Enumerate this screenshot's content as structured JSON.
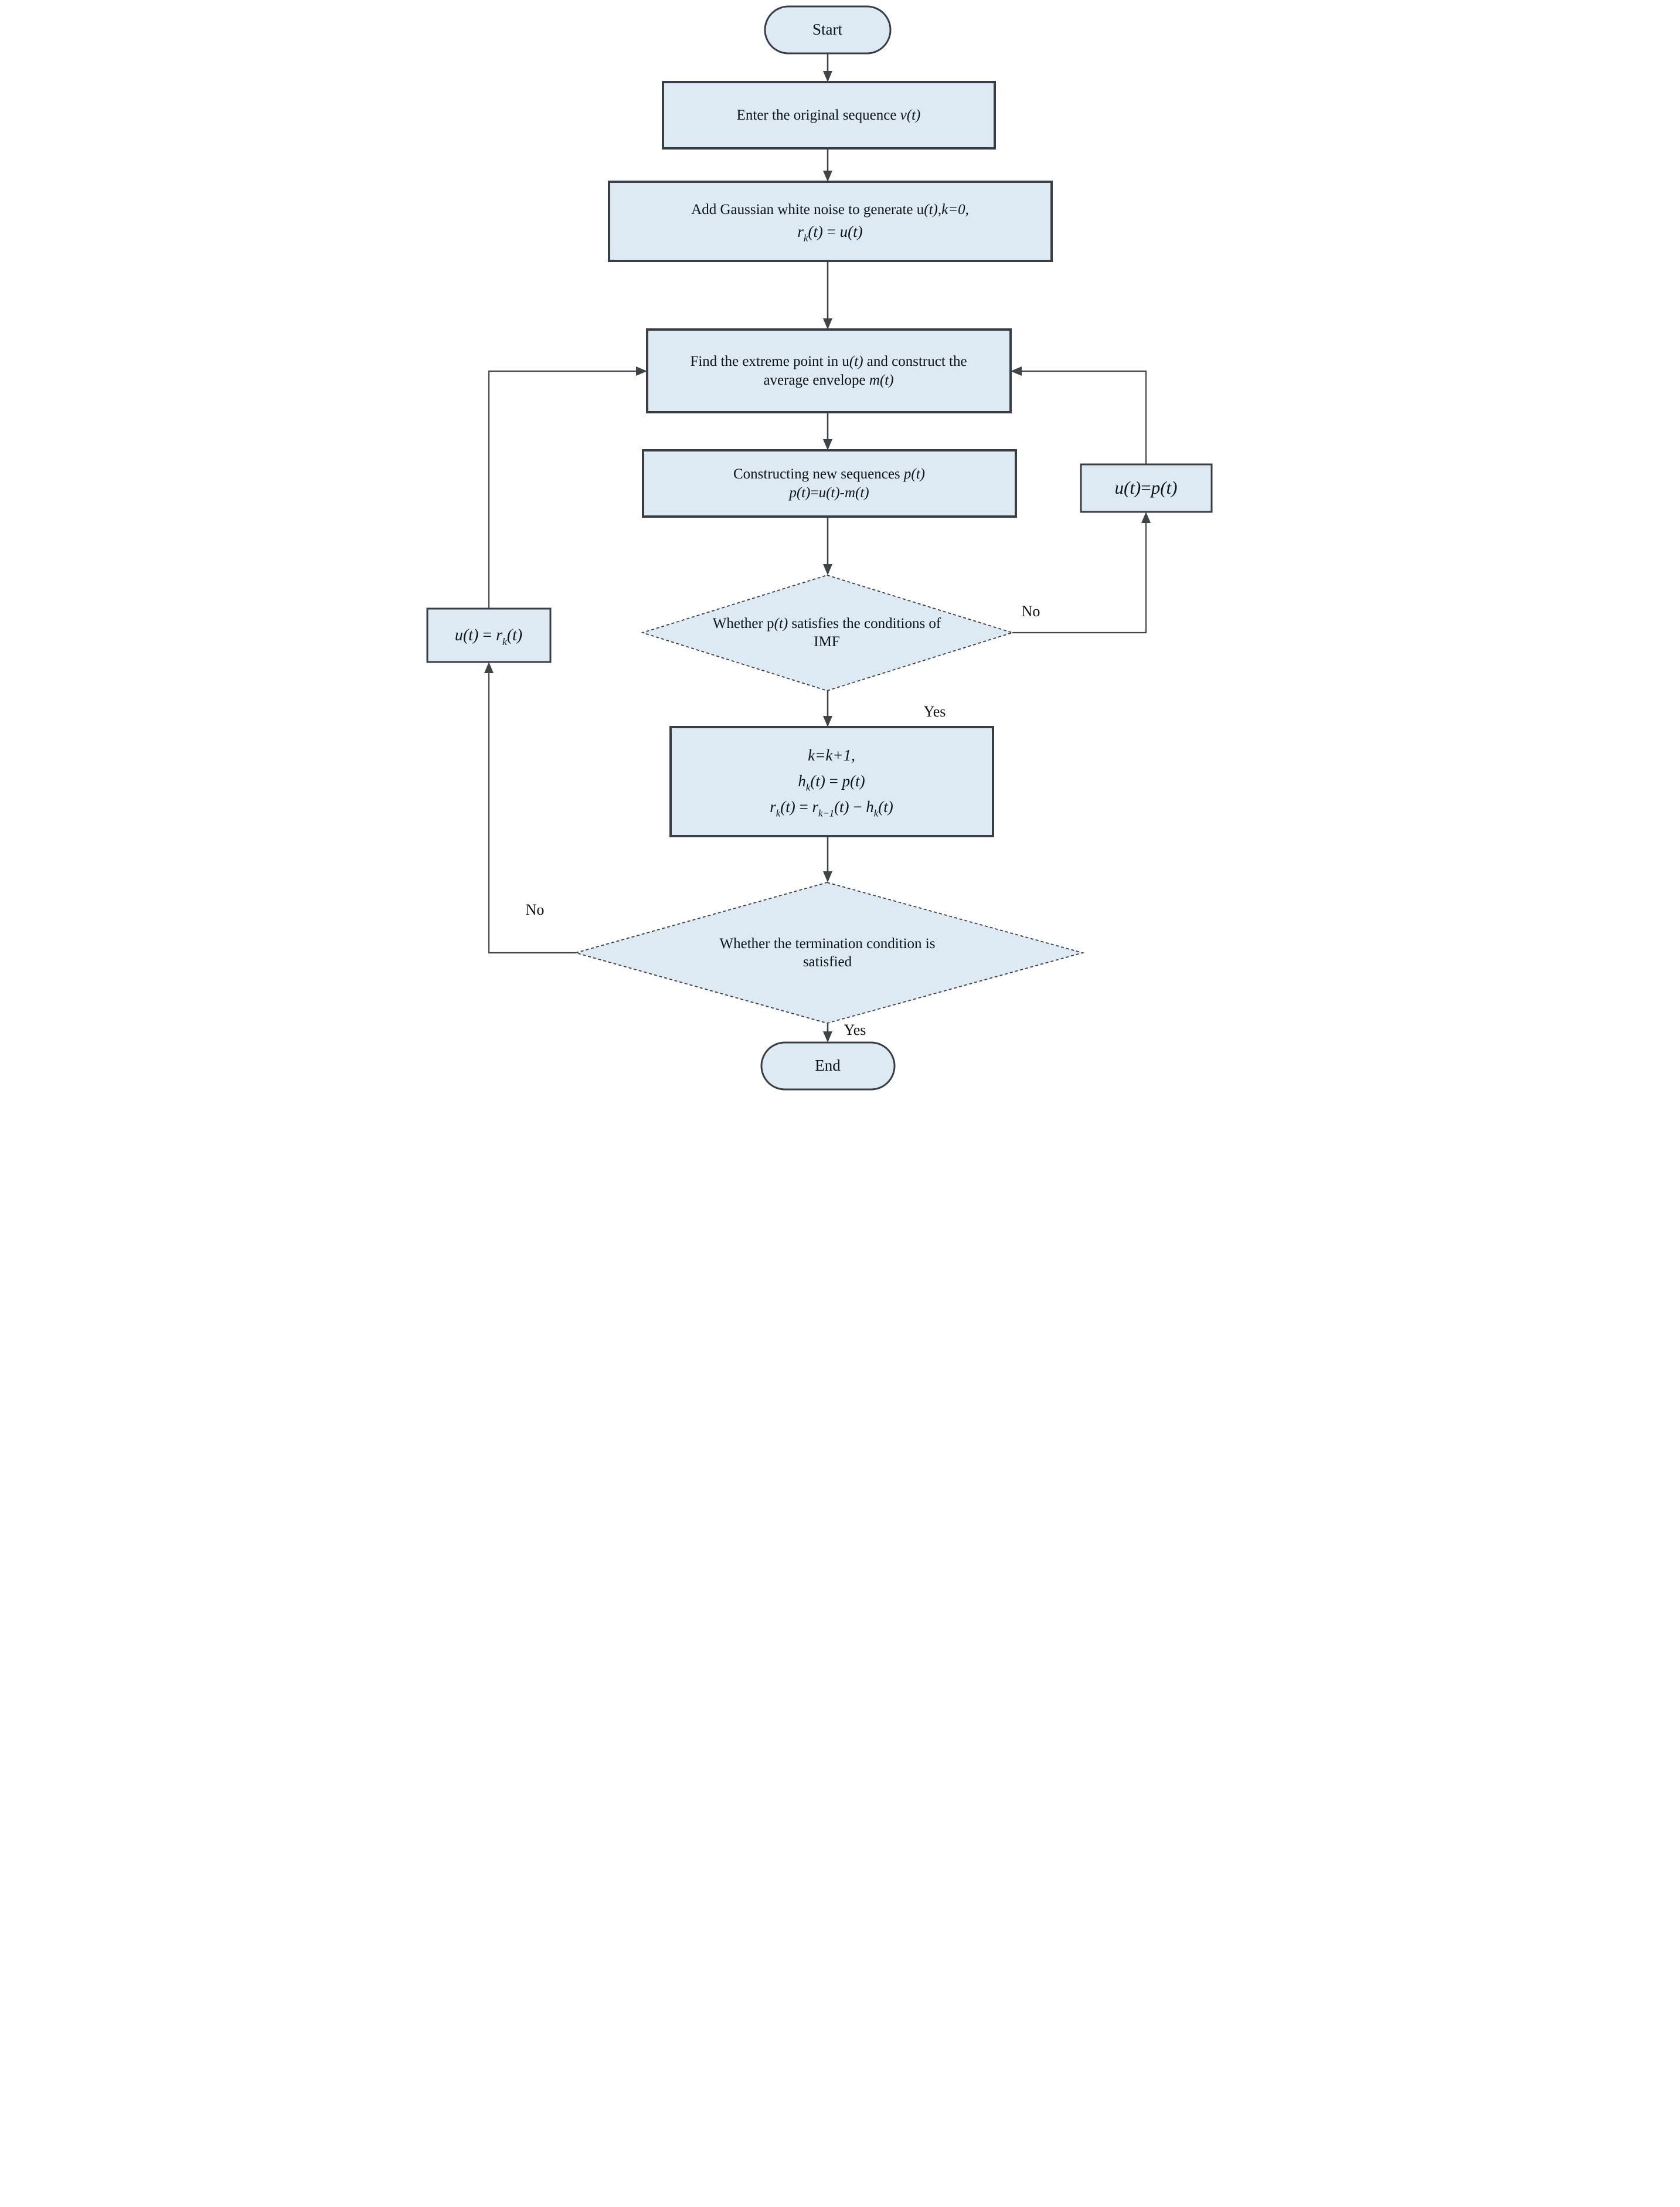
{
  "colors": {
    "node_fill": "#dde9f3",
    "node_border": "#383e44",
    "line": "#3f4448",
    "text": "#101315",
    "bg": "#ffffff"
  },
  "nodes": {
    "start": {
      "label": "Start"
    },
    "enter": {
      "lines": [
        [
          {
            "t": "Enter the original sequence "
          },
          {
            "t": "v(t)",
            "i": 1
          }
        ]
      ]
    },
    "noise": {
      "lines": [
        [
          {
            "t": "Add Gaussian white noise to generate u"
          },
          {
            "t": "(t),k=0,",
            "i": 1
          }
        ],
        [
          {
            "t": "r",
            "i": 1
          },
          {
            "t": "k",
            "i": 1,
            "s": 1
          },
          {
            "t": "(t)",
            "i": 1
          },
          {
            "t": " = "
          },
          {
            "t": "u",
            "i": 1
          },
          {
            "t": "(t)",
            "i": 1
          }
        ]
      ]
    },
    "find_extreme": {
      "lines": [
        [
          {
            "t": "Find the extreme point in u"
          },
          {
            "t": "(t)",
            "i": 1
          },
          {
            "t": " and construct the"
          }
        ],
        [
          {
            "t": "average envelope "
          },
          {
            "t": "m(t)",
            "i": 1
          }
        ]
      ]
    },
    "construct_seq": {
      "lines": [
        [
          {
            "t": "Constructing new sequences "
          },
          {
            "t": "p(t)",
            "i": 1
          }
        ],
        [
          {
            "t": "p(t)",
            "i": 1
          },
          {
            "t": "="
          },
          {
            "t": "u(t)-m(t)",
            "i": 1
          }
        ]
      ]
    },
    "imf_decision": {
      "lines": [
        [
          {
            "t": "Whether p"
          },
          {
            "t": "(t)",
            "i": 1
          },
          {
            "t": " satisfies the conditions of"
          }
        ],
        [
          {
            "t": "IMF"
          }
        ]
      ]
    },
    "update_u_p": {
      "lines": [
        [
          {
            "t": "u(t)",
            "i": 1
          },
          {
            "t": "="
          },
          {
            "t": "p(t)",
            "i": 1
          }
        ]
      ]
    },
    "k_update": {
      "lines": [
        [
          {
            "t": "k=k+1,",
            "i": 1
          }
        ],
        [
          {
            "t": "h",
            "i": 1
          },
          {
            "t": "k",
            "i": 1,
            "s": 1
          },
          {
            "t": "(t)",
            "i": 1
          },
          {
            "t": " = "
          },
          {
            "t": "p(t)",
            "i": 1
          }
        ],
        [
          {
            "t": "r",
            "i": 1
          },
          {
            "t": "k",
            "i": 1,
            "s": 1
          },
          {
            "t": "(t)",
            "i": 1
          },
          {
            "t": " = "
          },
          {
            "t": "r",
            "i": 1
          },
          {
            "t": "k−1",
            "i": 1,
            "s": 1
          },
          {
            "t": "(t)",
            "i": 1
          },
          {
            "t": " − "
          },
          {
            "t": "h",
            "i": 1
          },
          {
            "t": "k",
            "i": 1,
            "s": 1
          },
          {
            "t": "(t)",
            "i": 1
          }
        ]
      ]
    },
    "term_decision": {
      "lines": [
        [
          {
            "t": "Whether the termination condition is"
          }
        ],
        [
          {
            "t": "satisfied"
          }
        ]
      ]
    },
    "update_u_r": {
      "lines": [
        [
          {
            "t": "u(t)",
            "i": 1
          },
          {
            "t": " = "
          },
          {
            "t": "r",
            "i": 1
          },
          {
            "t": "k",
            "i": 1,
            "s": 1
          },
          {
            "t": "(t)",
            "i": 1
          }
        ]
      ]
    },
    "end": {
      "label": "End"
    }
  },
  "edge_labels": {
    "no_imf": "No",
    "yes_imf": "Yes",
    "no_term": "No",
    "yes_term": "Yes"
  }
}
